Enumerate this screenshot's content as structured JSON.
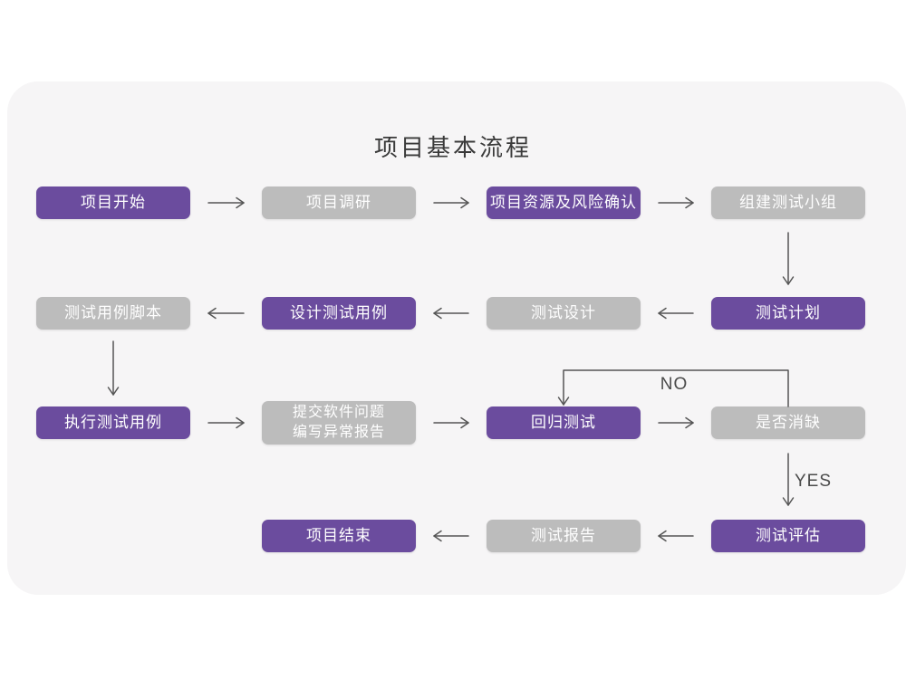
{
  "title": "项目基本流程",
  "labels": {
    "no": "NO",
    "yes": "YES"
  },
  "colors": {
    "node_purple": "#6b4c9e",
    "node_gray": "#bcbcbc",
    "card_background": "#f6f5f6",
    "page_background": "#ffffff",
    "arrow": "#555555",
    "title_text": "#3a3a3a",
    "node_text": "#ffffff"
  },
  "nodes": [
    {
      "id": "project-start",
      "label": "项目开始",
      "variant": "purple"
    },
    {
      "id": "project-research",
      "label": "项目调研",
      "variant": "gray"
    },
    {
      "id": "resource-risk-confirm",
      "label": "项目资源及风险确认",
      "variant": "purple"
    },
    {
      "id": "build-test-team",
      "label": "组建测试小组",
      "variant": "gray"
    },
    {
      "id": "test-case-script",
      "label": "测试用例脚本",
      "variant": "gray"
    },
    {
      "id": "design-test-cases",
      "label": "设计测试用例",
      "variant": "purple"
    },
    {
      "id": "test-design",
      "label": "测试设计",
      "variant": "gray"
    },
    {
      "id": "test-plan",
      "label": "测试计划",
      "variant": "purple"
    },
    {
      "id": "execute-test-cases",
      "label": "执行测试用例",
      "variant": "purple"
    },
    {
      "id": "submit-issue-report",
      "label": "提交软件问题\n编写异常报告",
      "variant": "gray"
    },
    {
      "id": "regression-test",
      "label": "回归测试",
      "variant": "purple"
    },
    {
      "id": "defect-cleared",
      "label": "是否消缺",
      "variant": "gray"
    },
    {
      "id": "project-end",
      "label": "项目结束",
      "variant": "purple"
    },
    {
      "id": "test-report",
      "label": "测试报告",
      "variant": "gray"
    },
    {
      "id": "test-evaluation",
      "label": "测试评估",
      "variant": "purple"
    }
  ]
}
